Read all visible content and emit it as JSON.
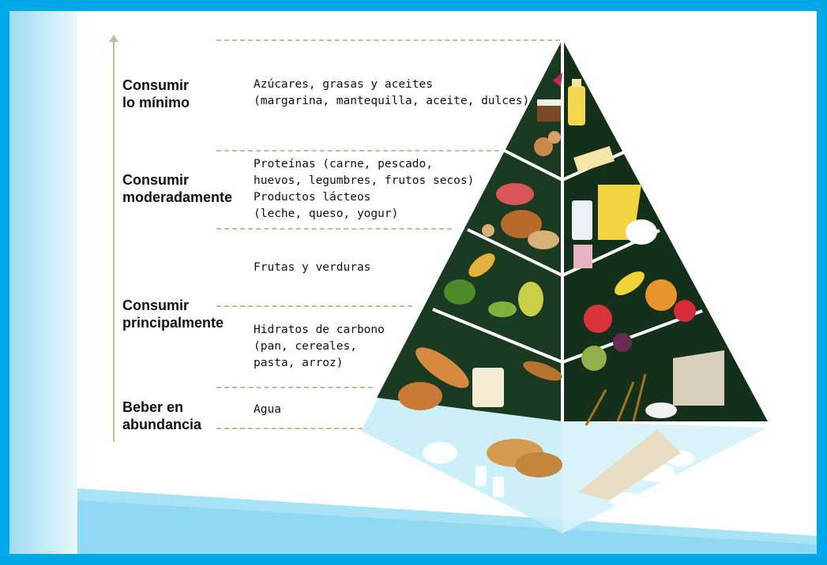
{
  "tiers": [
    {
      "key": "minimo",
      "category": "Consumir\nlo mínimo",
      "description": "Azúcares, grasas y aceites\n(margarina, mantequilla, aceite, dulces)"
    },
    {
      "key": "moderado",
      "category": "Consumir\nmoderadamente",
      "description": "Proteínas (carne, pescado,\nhuevos, legumbres, frutos secos)\nProductos lácteos\n(leche, queso, yogur)"
    },
    {
      "key": "principal",
      "category": "Consumir\nprincipalmente",
      "description_fruits": "Frutas y verduras",
      "description_carbs": "Hidratos de carbono\n(pan, cereales,\npasta, arroz)"
    },
    {
      "key": "agua",
      "category": "Beber en\nabundancia",
      "description": "Agua"
    }
  ],
  "colors": {
    "background_border": "#00a8e8",
    "pyramid_dark": "#1b3a22",
    "glass": "#bfeaf5",
    "guide_lines": "#c8b89a"
  }
}
